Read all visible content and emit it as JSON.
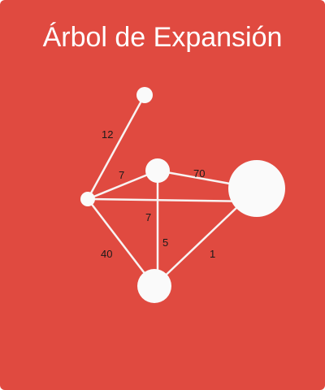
{
  "title": "Árbol de Expansión",
  "colors": {
    "background": "#e04a40",
    "node": "#fafafa",
    "edge": "#f8f3f2",
    "label": "#1a1a1a"
  },
  "graph": {
    "nodes": [
      {
        "id": "a"
      },
      {
        "id": "b"
      },
      {
        "id": "c"
      },
      {
        "id": "d"
      },
      {
        "id": "e"
      }
    ],
    "edges": [
      {
        "id": "a-b",
        "from": "a",
        "to": "b",
        "weight": "12"
      },
      {
        "id": "b-c",
        "from": "b",
        "to": "c",
        "weight": "7"
      },
      {
        "id": "c-d",
        "from": "c",
        "to": "d",
        "weight": "70"
      },
      {
        "id": "b-d",
        "from": "b",
        "to": "d",
        "weight": "7"
      },
      {
        "id": "c-e",
        "from": "c",
        "to": "e",
        "weight": "5"
      },
      {
        "id": "b-e",
        "from": "b",
        "to": "e",
        "weight": "40"
      },
      {
        "id": "d-e",
        "from": "d",
        "to": "e",
        "weight": "1"
      }
    ]
  }
}
